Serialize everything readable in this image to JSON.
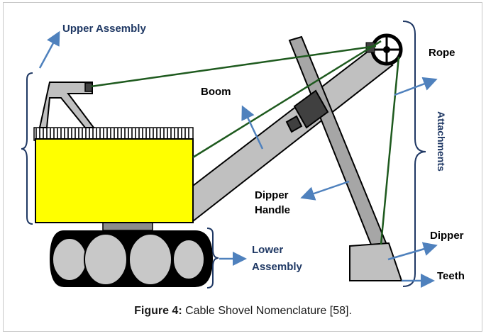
{
  "labels": {
    "upper_assembly": "Upper Assembly",
    "boom": "Boom",
    "rope": "Rope",
    "attachments": "Attachments",
    "dipper_handle_line1": "Dipper",
    "dipper_handle_line2": "Handle",
    "dipper": "Dipper",
    "teeth": "Teeth",
    "lower_assembly_line1": "Lower",
    "lower_assembly_line2": "Assembly"
  },
  "caption": {
    "prefix": "Figure 4:",
    "text": " Cable Shovel Nomenclature [58]."
  },
  "colors": {
    "body_yellow": "#ffff00",
    "boom_gray": "#c0c0c0",
    "rope_green": "#1e5a1e",
    "arrow_blue": "#4f81bd",
    "bracket_navy": "#1f3864",
    "wheel_gray": "#c8c8c8"
  }
}
